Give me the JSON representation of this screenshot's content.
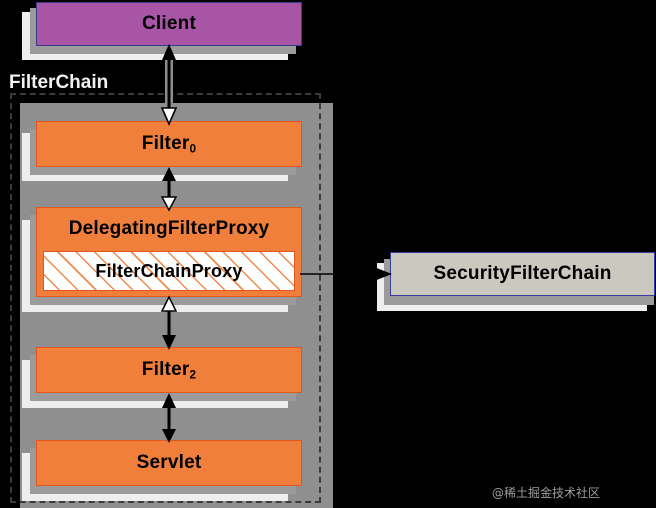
{
  "diagram": {
    "title": "Spring Security FilterChain architecture",
    "background_color": "#000000",
    "container": {
      "label": "FilterChain",
      "border_style": "dashed",
      "border_color": "#3b3b3b"
    },
    "nodes": {
      "client": {
        "label": "Client",
        "fill": "#a855a6",
        "border": "#3a3a8c"
      },
      "filter0": {
        "label": "Filter",
        "subscript": "0",
        "fill": "#f07f3c",
        "border": "#e2571e"
      },
      "delegating_filter_proxy": {
        "label": "DelegatingFilterProxy",
        "fill": "#f07f3c",
        "border": "#e2571e"
      },
      "filter_chain_proxy": {
        "label": "FilterChainProxy",
        "fill": "#ffffff",
        "hatch_color": "#f38a4d",
        "border": "#e2571e"
      },
      "filter2": {
        "label": "Filter",
        "subscript": "2",
        "fill": "#f07f3c",
        "border": "#e2571e"
      },
      "servlet": {
        "label": "Servlet",
        "fill": "#f07f3c",
        "border": "#e2571e"
      },
      "security_filter_chain": {
        "label": "SecurityFilterChain",
        "fill": "#cbc8bf",
        "border": "#3a3a9c"
      }
    },
    "connectors": [
      {
        "name": "client-to-filter0",
        "from": "client",
        "to": "filter0",
        "style": "double-arrow"
      },
      {
        "name": "filter0-to-delegating-filter-proxy",
        "from": "filter0",
        "to": "delegating_filter_proxy",
        "style": "double-arrow"
      },
      {
        "name": "delegating-filter-proxy-to-filter2",
        "from": "delegating_filter_proxy",
        "to": "filter2",
        "style": "double-arrow"
      },
      {
        "name": "filter2-to-servlet",
        "from": "filter2",
        "to": "servlet",
        "style": "double-arrow"
      },
      {
        "name": "filter-chain-proxy-to-security-filter-chain",
        "from": "filter_chain_proxy",
        "to": "security_filter_chain",
        "style": "single-arrow"
      }
    ]
  },
  "watermark": {
    "text": "@稀土掘金技术社区"
  }
}
